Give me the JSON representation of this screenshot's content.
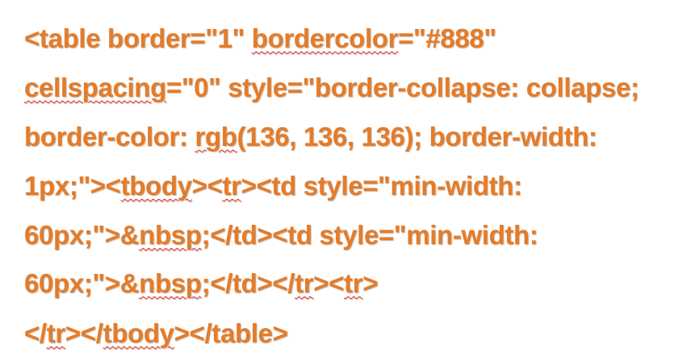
{
  "document": {
    "lines": [
      {
        "segments": [
          {
            "text": "<table border=\"1\" ",
            "spell": false
          },
          {
            "text": "bordercolor",
            "spell": true
          },
          {
            "text": "=\"#888\"",
            "spell": false
          }
        ]
      },
      {
        "segments": [
          {
            "text": "cellspacing",
            "spell": true
          },
          {
            "text": "=\"0\" style=\"border-collapse: collapse;",
            "spell": false
          }
        ]
      },
      {
        "segments": [
          {
            "text": "border-color: ",
            "spell": false
          },
          {
            "text": "rgb",
            "spell": true
          },
          {
            "text": "(136, 136, 136); border-width:",
            "spell": false
          }
        ]
      },
      {
        "segments": [
          {
            "text": "1px;\"><",
            "spell": false
          },
          {
            "text": "tbody",
            "spell": true
          },
          {
            "text": "><",
            "spell": false
          },
          {
            "text": "tr",
            "spell": true
          },
          {
            "text": "><td style=\"min-width:",
            "spell": false
          }
        ]
      },
      {
        "segments": [
          {
            "text": "60px;\">&",
            "spell": false
          },
          {
            "text": "nbsp",
            "spell": true
          },
          {
            "text": ";</td><td style=\"min-width:",
            "spell": false
          }
        ]
      },
      {
        "segments": [
          {
            "text": "60px;\">&",
            "spell": false
          },
          {
            "text": "nbsp",
            "spell": true
          },
          {
            "text": ";</td></",
            "spell": false
          },
          {
            "text": "tr",
            "spell": true
          },
          {
            "text": "><",
            "spell": false
          },
          {
            "text": "tr",
            "spell": true
          },
          {
            "text": ">",
            "spell": false
          }
        ]
      },
      {
        "segments": [
          {
            "text": "</",
            "spell": false
          },
          {
            "text": "tr",
            "spell": true
          },
          {
            "text": "></",
            "spell": false
          },
          {
            "text": "tbody",
            "spell": true
          },
          {
            "text": "></table>",
            "spell": false
          }
        ]
      }
    ]
  }
}
